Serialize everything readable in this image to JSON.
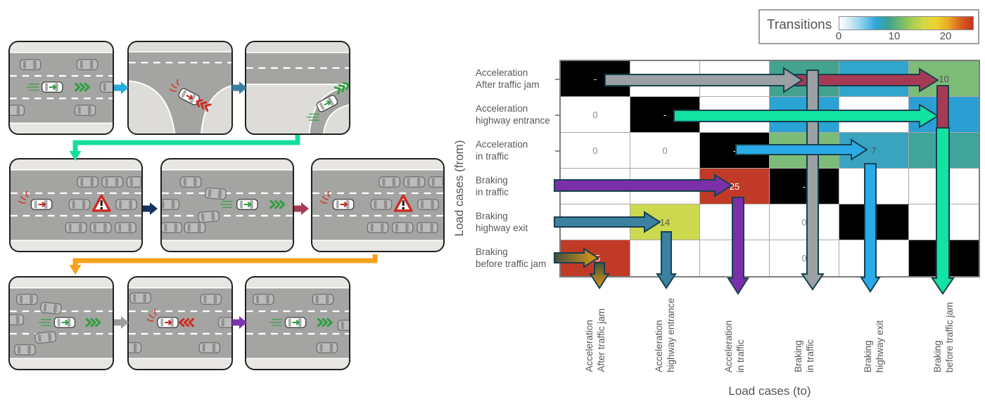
{
  "axes": {
    "y_label": "Load cases (from)",
    "x_label": "Load cases (to)"
  },
  "legend": {
    "title": "Transitions",
    "tick_labels": [
      "0",
      "10",
      "20"
    ],
    "colorbar_stops": [
      "#ffffff",
      "#c9e7f4",
      "#7ecaea",
      "#2fa6d8",
      "#3aa393",
      "#71b86d",
      "#a9cd55",
      "#d6d844",
      "#ecd22f",
      "#e8a825",
      "#d95f20",
      "#c43222"
    ]
  },
  "heatmap": {
    "row_labels": [
      "Acceleration\nAfter traffic jam",
      "Acceleration\nhighway entrance",
      "Acceleration\nin traffic",
      "Braking\nin traffic",
      "Braking\nhighway exit",
      "Braking\nbefore traffic jam"
    ],
    "col_labels": [
      "Acceleration\nAfter traffic jam",
      "Acceleration\nhighway entrance",
      "Acceleration\nin traffic",
      "Braking\nin traffic",
      "Braking\nhighway exit",
      "Braking\nbefore traffic jam"
    ],
    "cells": [
      [
        {
          "v": "-",
          "bg": "#000000",
          "fg": "#ffffff"
        },
        {
          "v": "",
          "bg": "#ffffff",
          "fg": "#8a8a8a"
        },
        {
          "v": "",
          "bg": "#ffffff",
          "fg": "#8a8a8a"
        },
        {
          "v": "",
          "bg": "#45a28e",
          "fg": "#4f5358"
        },
        {
          "v": "",
          "bg": "#31a5cb",
          "fg": "#4f5358"
        },
        {
          "v": "10",
          "bg": "#7cbc78",
          "fg": "#4f5358"
        }
      ],
      [
        {
          "v": "0",
          "bg": "#ffffff",
          "fg": "#8a8a8a"
        },
        {
          "v": "-",
          "bg": "#000000",
          "fg": "#ffffff"
        },
        {
          "v": "",
          "bg": "#ffffff",
          "fg": "#8a8a8a"
        },
        {
          "v": "",
          "bg": "#2ba3d4",
          "fg": "#4f5358"
        },
        {
          "v": "",
          "bg": "#ffffff",
          "fg": "#8a8a8a"
        },
        {
          "v": "",
          "bg": "#2b9fd4",
          "fg": "#4f5358"
        }
      ],
      [
        {
          "v": "0",
          "bg": "#ffffff",
          "fg": "#8a8a8a"
        },
        {
          "v": "0",
          "bg": "#ffffff",
          "fg": "#8a8a8a"
        },
        {
          "v": "-",
          "bg": "#000000",
          "fg": "#ffffff"
        },
        {
          "v": "",
          "bg": "#7cbc78",
          "fg": "#4f5358"
        },
        {
          "v": "7",
          "bg": "#3aa3c0",
          "fg": "#3f5560"
        },
        {
          "v": "",
          "bg": "#40a49b",
          "fg": "#4f5358"
        }
      ],
      [
        {
          "v": "",
          "bg": "#ffffff",
          "fg": "#8a8a8a"
        },
        {
          "v": "",
          "bg": "#ffffff",
          "fg": "#8a8a8a"
        },
        {
          "v": "25",
          "bg": "#c13a27",
          "fg": "#ffffff"
        },
        {
          "v": "-",
          "bg": "#000000",
          "fg": "#ffffff"
        },
        {
          "v": "",
          "bg": "#ffffff",
          "fg": "#8a8a8a"
        },
        {
          "v": "",
          "bg": "#ffffff",
          "fg": "#8a8a8a"
        }
      ],
      [
        {
          "v": "",
          "bg": "#ffffff",
          "fg": "#8a8a8a"
        },
        {
          "v": "14",
          "bg": "#ccd94f",
          "fg": "#5c5c48"
        },
        {
          "v": "",
          "bg": "#ffffff",
          "fg": "#8a8a8a"
        },
        {
          "v": "0",
          "bg": "#ffffff",
          "fg": "#8a8a8a"
        },
        {
          "v": "-",
          "bg": "#000000",
          "fg": "#ffffff"
        },
        {
          "v": "",
          "bg": "#ffffff",
          "fg": "#8a8a8a"
        }
      ],
      [
        {
          "v": "25",
          "bg": "#c13a27",
          "fg": "#ffffff"
        },
        {
          "v": "",
          "bg": "#ffffff",
          "fg": "#8a8a8a"
        },
        {
          "v": "",
          "bg": "#ffffff",
          "fg": "#8a8a8a"
        },
        {
          "v": "0",
          "bg": "#ffffff",
          "fg": "#8a8a8a"
        },
        {
          "v": "",
          "bg": "#ffffff",
          "fg": "#8a8a8a"
        },
        {
          "v": "-",
          "bg": "#000000",
          "fg": "#ffffff"
        }
      ]
    ]
  },
  "flows": [
    {
      "name": "gray",
      "from": "Acceleration After traffic jam",
      "to": "Braking in traffic",
      "color": "#9aa0a4"
    },
    {
      "name": "crimson",
      "from": "Acceleration After traffic jam",
      "to": "Braking before traffic jam",
      "value": 10,
      "color": "#a63a55"
    },
    {
      "name": "spring-green",
      "from": "Acceleration highway entrance",
      "to": "Braking before traffic jam",
      "color": "#12e3a2"
    },
    {
      "name": "blue",
      "from": "Acceleration in traffic",
      "to": "Braking highway exit",
      "value": 7,
      "color": "#2baae8"
    },
    {
      "name": "purple",
      "from": "Braking in traffic",
      "to": "Acceleration in traffic",
      "value": 25,
      "color": "#7b2fa8"
    },
    {
      "name": "steel",
      "from": "Braking highway exit",
      "to": "Acceleration highway entrance",
      "value": 14,
      "color": "#3c80a2"
    },
    {
      "name": "orange",
      "from": "Braking before traffic jam",
      "to": "Acceleration After traffic jam",
      "value": 25,
      "color": "#e09a14"
    }
  ],
  "storyboard": {
    "step_arrows": [
      {
        "name": "scene1-to-scene2",
        "color": "#29abe2"
      },
      {
        "name": "scene2-to-scene3",
        "color": "#3a7d9e"
      },
      {
        "name": "scene4-to-scene5",
        "color": "#16325f"
      },
      {
        "name": "scene5-to-scene6",
        "color": "#a63a55"
      },
      {
        "name": "scene7-to-scene8",
        "color": "#9b9b9b"
      },
      {
        "name": "scene8-to-scene9",
        "color": "#7c35ac"
      }
    ],
    "row_connectors": [
      {
        "name": "row1-to-row2",
        "color": "#15df9f"
      },
      {
        "name": "row2-to-row3",
        "color": "#f6a21c"
      }
    ]
  },
  "chart_data": {
    "type": "heatmap",
    "title": "Transitions",
    "xlabel": "Load cases (to)",
    "ylabel": "Load cases (from)",
    "x_categories": [
      "Acceleration After traffic jam",
      "Acceleration highway entrance",
      "Acceleration in traffic",
      "Braking in traffic",
      "Braking highway exit",
      "Braking before traffic jam"
    ],
    "y_categories": [
      "Acceleration After traffic jam",
      "Acceleration highway entrance",
      "Acceleration in traffic",
      "Braking in traffic",
      "Braking highway exit",
      "Braking before traffic jam"
    ],
    "colorbar": {
      "label": "Transitions",
      "ticks": [
        0,
        10,
        20
      ]
    },
    "cells_shown": [
      [
        "-",
        "",
        "",
        "",
        "",
        "10"
      ],
      [
        "0",
        "-",
        "",
        "",
        "",
        ""
      ],
      [
        "0",
        "0",
        "-",
        "",
        "7",
        ""
      ],
      [
        "",
        "",
        "25",
        "-",
        "",
        ""
      ],
      [
        "",
        "14",
        "",
        "0",
        "-",
        ""
      ],
      [
        "25",
        "",
        "",
        "0",
        "",
        "-"
      ]
    ],
    "notable_values": [
      {
        "from": "Braking in traffic",
        "to": "Acceleration in traffic",
        "value": 25
      },
      {
        "from": "Braking before traffic jam",
        "to": "Acceleration After traffic jam",
        "value": 25
      },
      {
        "from": "Braking highway exit",
        "to": "Acceleration highway entrance",
        "value": 14
      },
      {
        "from": "Acceleration After traffic jam",
        "to": "Braking before traffic jam",
        "value": 10
      },
      {
        "from": "Acceleration in traffic",
        "to": "Braking highway exit",
        "value": 7
      }
    ]
  }
}
